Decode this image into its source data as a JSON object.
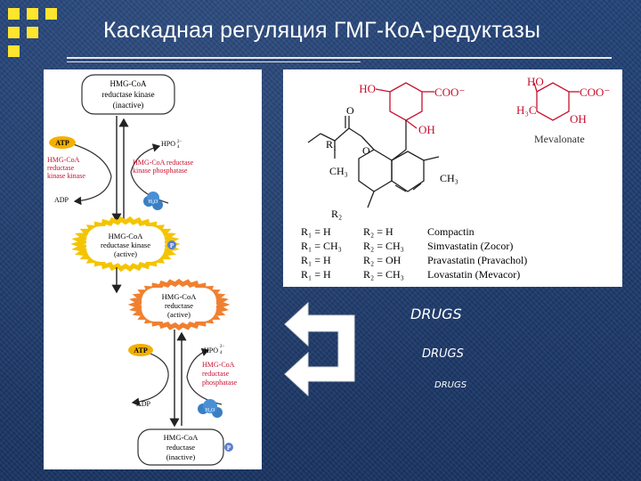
{
  "slide": {
    "title": "Каскадная регуляция ГМГ-КоА-редуктазы",
    "accent_color": "#ffe52e",
    "background_color": "#1f3a68"
  },
  "pathway": {
    "top_enzyme": [
      "HMG-CoA",
      "reductase kinase",
      "(inactive)"
    ],
    "atp_1": "ATP",
    "adp_1": "ADP",
    "hpo_1": "HPO",
    "kinase_kinase": [
      "HMG-CoA",
      "reductase",
      "kinase kinase"
    ],
    "kinase_phosphatase": [
      "HMG-CoA reductase",
      "kinase phosphatase"
    ],
    "h2o_1": "H₂O",
    "active_kinase": [
      "HMG-CoA",
      "reductase kinase",
      "(active)"
    ],
    "p_1": "P",
    "active_reductase": [
      "HMG-CoA",
      "reductase",
      "(active)"
    ],
    "atp_2": "ATP",
    "adp_2": "ADP",
    "hpo_2": "HPO",
    "reductase_phosphatase": [
      "HMG-CoA",
      "reductase",
      "phosphatase"
    ],
    "h2o_2": "H₂O",
    "inactive_reductase": [
      "HMG-CoA",
      "reductase",
      "(inactive)"
    ],
    "p_2": "P"
  },
  "structures": {
    "ho_1": "HO",
    "coo_1": "COO⁻",
    "oh_1": "OH",
    "ho_2": "HO",
    "h3c": "H₃C",
    "coo_2": "COO⁻",
    "oh_2": "OH",
    "mevalonate": "Mevalonate",
    "o_atom": "O",
    "r1_label": "R₁",
    "o_ring": "O",
    "ch3_1": "CH₃",
    "ch3_2": "CH₃",
    "r2_label": "R₂",
    "rows": [
      {
        "r1": "R₁ = H",
        "r2": "R₂ = H",
        "name": "Compactin"
      },
      {
        "r1": "R₁ = CH₃",
        "r2": "R₂ = CH₃",
        "name": "Simvastatin (Zocor)"
      },
      {
        "r1": "R₁ = H",
        "r2": "R₂ = OH",
        "name": "Pravastatin (Pravachol)"
      },
      {
        "r1": "R₁ = H",
        "r2": "R₂ = CH₃",
        "name": "Lovastatin (Mevacor)"
      }
    ]
  },
  "drugs": [
    "DRUGS",
    "DRUGS",
    "DRUGS"
  ]
}
